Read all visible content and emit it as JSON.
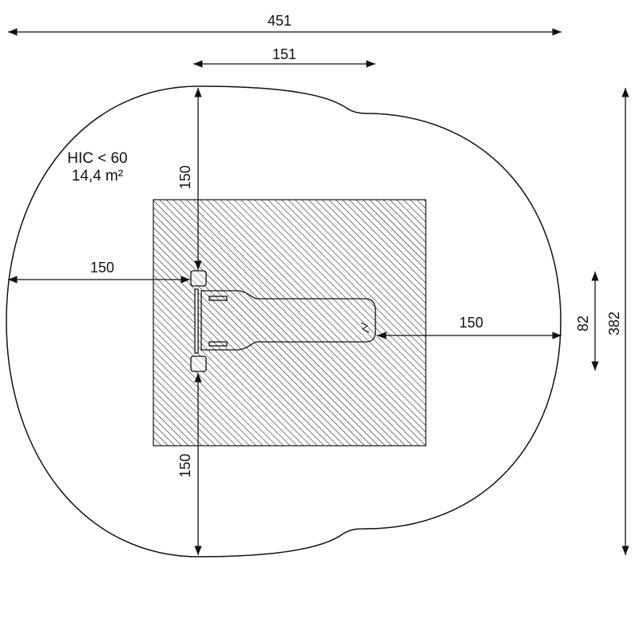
{
  "title": "Playground equipment safety zone plan",
  "area_info": {
    "hic": "HIC < 60",
    "area": "14,4 m²"
  },
  "dimensions": {
    "total_width": "451",
    "equipment_width": "151",
    "top_clearance": "150",
    "left_clearance": "150",
    "right_clearance": "150",
    "bottom_clearance": "150",
    "equipment_depth": "82",
    "total_depth": "382"
  },
  "colors": {
    "line": "#111111",
    "background": "#ffffff"
  }
}
